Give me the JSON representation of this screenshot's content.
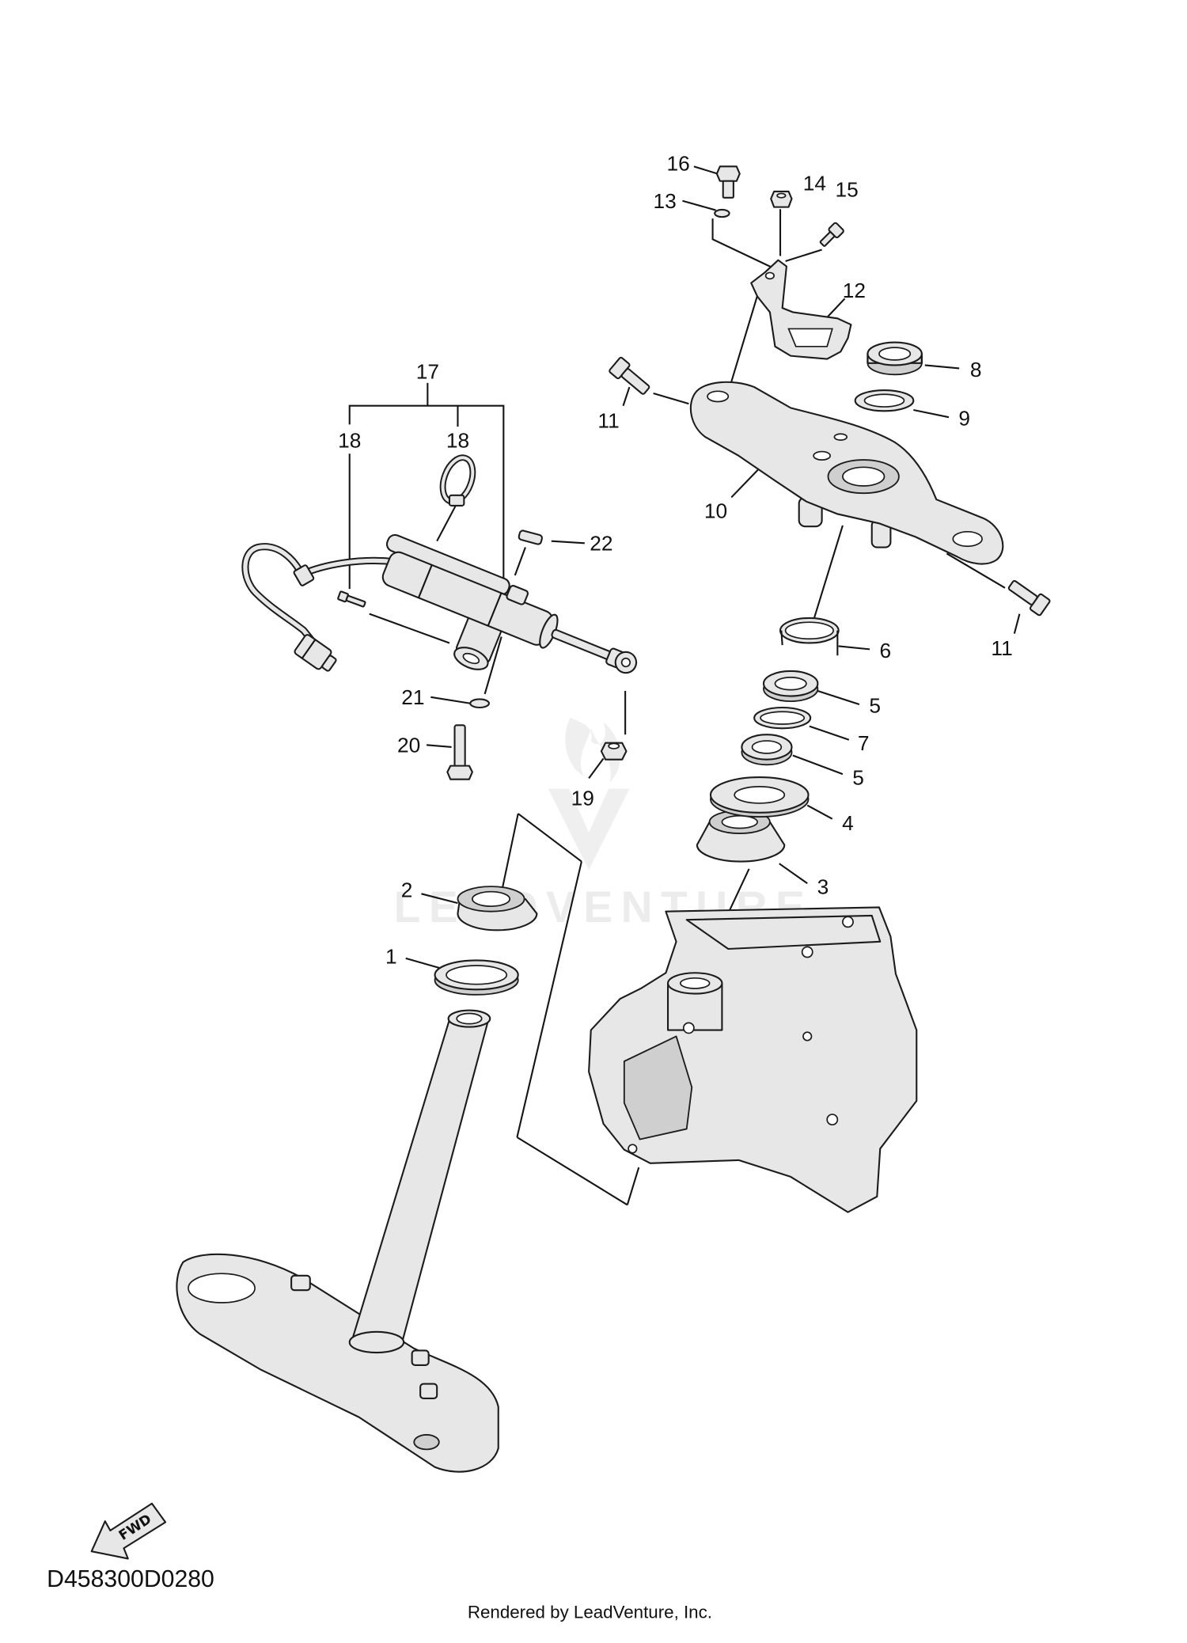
{
  "diagram": {
    "callouts": [
      "16",
      "13",
      "14",
      "15",
      "12",
      "8",
      "11",
      "9",
      "10",
      "17",
      "18",
      "18",
      "22",
      "6",
      "11",
      "5",
      "7",
      "5",
      "4",
      "3",
      "21",
      "20",
      "19",
      "2",
      "1"
    ],
    "fwd_label": "FWD",
    "code": "D458300D0280",
    "credit": "Rendered by LeadVenture, Inc.",
    "watermark": "LEADVENTURE"
  }
}
